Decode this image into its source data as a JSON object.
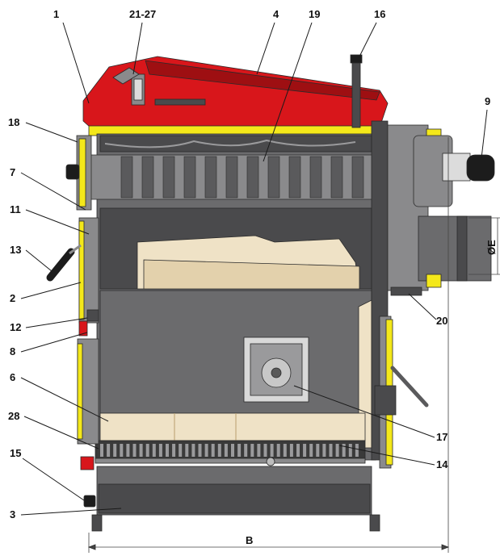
{
  "colors": {
    "casing_red": "#d8161b",
    "casing_red_dark": "#9e0f12",
    "insulation_yellow": "#f4e81a",
    "steel_gray": "#6b6b6d",
    "steel_dark": "#4a4a4c",
    "steel_light": "#8a8a8c",
    "refractory": "#efe2c6",
    "grate": "#3a3a3a",
    "burner_black": "#1c1c1c"
  },
  "callouts": [
    {
      "id": "1",
      "text": "1"
    },
    {
      "id": "21-27",
      "text": "21-27"
    },
    {
      "id": "4",
      "text": "4"
    },
    {
      "id": "19",
      "text": "19"
    },
    {
      "id": "16",
      "text": "16"
    },
    {
      "id": "9",
      "text": "9"
    },
    {
      "id": "18",
      "text": "18"
    },
    {
      "id": "7",
      "text": "7"
    },
    {
      "id": "11",
      "text": "11"
    },
    {
      "id": "13",
      "text": "13"
    },
    {
      "id": "2",
      "text": "2"
    },
    {
      "id": "12",
      "text": "12"
    },
    {
      "id": "8",
      "text": "8"
    },
    {
      "id": "6",
      "text": "6"
    },
    {
      "id": "28",
      "text": "28"
    },
    {
      "id": "15",
      "text": "15"
    },
    {
      "id": "3",
      "text": "3"
    },
    {
      "id": "20",
      "text": "20"
    },
    {
      "id": "17",
      "text": "17"
    },
    {
      "id": "14",
      "text": "14"
    }
  ],
  "dimensions": {
    "width_label": "B",
    "flue_diameter_label": "ØE"
  }
}
